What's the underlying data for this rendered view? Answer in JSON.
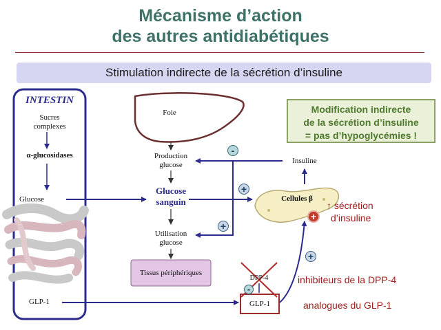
{
  "title": {
    "line1": "Mécanisme d’action",
    "line2": "des autres antidiabétiques"
  },
  "banner": "Stimulation indirecte de la sécrétion d’insuline",
  "note": {
    "line1": "Modification indirecte",
    "line2": "de la sécrétion d’insuline",
    "line3": "= pas d’hypoglycémies !"
  },
  "intestin": {
    "title": "INTESTIN",
    "sucres_line1": "Sucres",
    "sucres_line2": "complexes",
    "glucosidases": "α-glucosidases",
    "glucose": "Glucose",
    "glp1": "GLP-1"
  },
  "foie": "Foie",
  "production": {
    "line1": "Production",
    "line2": "glucose"
  },
  "glucose_sanguin": {
    "line1": "Glucose",
    "line2": "sanguin"
  },
  "utilisation": {
    "line1": "Utilisation",
    "line2": "glucose"
  },
  "tissus": "Tissus périphériques",
  "insuline": "Insuline",
  "cellules": "Cellules β",
  "secretion": {
    "line1": "↑ sécrétion",
    "line2": "d’insuline"
  },
  "dpp4": "DPP-4",
  "glp1_box": "GLP-1",
  "inhibiteurs": "inhibiteurs de la DPP-4",
  "analogues": "analogues du GLP-1",
  "signs": {
    "plus": "+",
    "minus": "-"
  },
  "colors": {
    "title": "#3e7268",
    "arrow": "#2b2b8c",
    "red": "#a01c1c",
    "note_text": "#4e7a2e",
    "banner": "#d6d6f2"
  }
}
